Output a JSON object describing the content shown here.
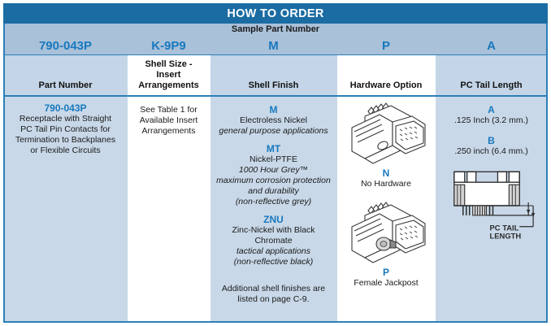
{
  "title": "HOW TO ORDER",
  "sample": {
    "label": "Sample Part Number",
    "codes": [
      "790-043P",
      "K-9P9",
      "M",
      "P",
      "A"
    ]
  },
  "headers": [
    "Part Number",
    "Shell Size - Insert Arrangements",
    "Shell Finish",
    "Hardware Option",
    "PC Tail Length"
  ],
  "headers_lines": {
    "shell_size_l1": "Shell Size -",
    "shell_size_l2": "Insert",
    "shell_size_l3": "Arrangements"
  },
  "part_number": {
    "code": "790-043P",
    "desc_l1": "Receptacle with Straight",
    "desc_l2": "PC Tail Pin Contacts for",
    "desc_l3": "Termination to Backplanes",
    "desc_l4": "or Flexible Circuits"
  },
  "shell_size": {
    "note_l1": "See Table 1 for",
    "note_l2": "Available Insert",
    "note_l3": "Arrangements"
  },
  "shell_finish": {
    "options": [
      {
        "code": "M",
        "name": "Electroless Nickel",
        "note1": "general purpose applications",
        "note2": "",
        "note3": "",
        "note4": ""
      },
      {
        "code": "MT",
        "name": "Nickel-PTFE",
        "note1": "1000 Hour Grey™",
        "note2": "maximum corrosion protection",
        "note3": "and durability",
        "note4": "(non-reflective grey)"
      },
      {
        "code": "ZNU",
        "name": "Zinc-Nickel with Black",
        "name2": "Chromate",
        "note1": "tactical applications",
        "note2": "(non-reflective black)",
        "note3": "",
        "note4": ""
      }
    ],
    "footnote_l1": "Additional shell finishes are",
    "footnote_l2": "listed on page C-9."
  },
  "hardware_option": {
    "options": [
      {
        "code": "N",
        "label": "No Hardware",
        "icon": "connector-3d-icon"
      },
      {
        "code": "P",
        "label": "Female Jackpost",
        "icon": "connector-3d-jackpost-icon"
      }
    ]
  },
  "pc_tail_length": {
    "options": [
      {
        "code": "A",
        "label": ".125 Inch (3.2 mm.)"
      },
      {
        "code": "B",
        "label": ".250 inch (6.4 mm.)"
      }
    ],
    "diagram": {
      "icon": "connector-side-view-icon",
      "annotation_l1": "PC TAIL",
      "annotation_l2": "LENGTH"
    }
  },
  "colors": {
    "title_bar": "#1b6ca3",
    "sample_band": "#a9c1d9",
    "header_band": "#c3d5e7",
    "body_band": "#c8d8e8",
    "accent_blue": "#1878be",
    "border": "#2d7fb8"
  }
}
